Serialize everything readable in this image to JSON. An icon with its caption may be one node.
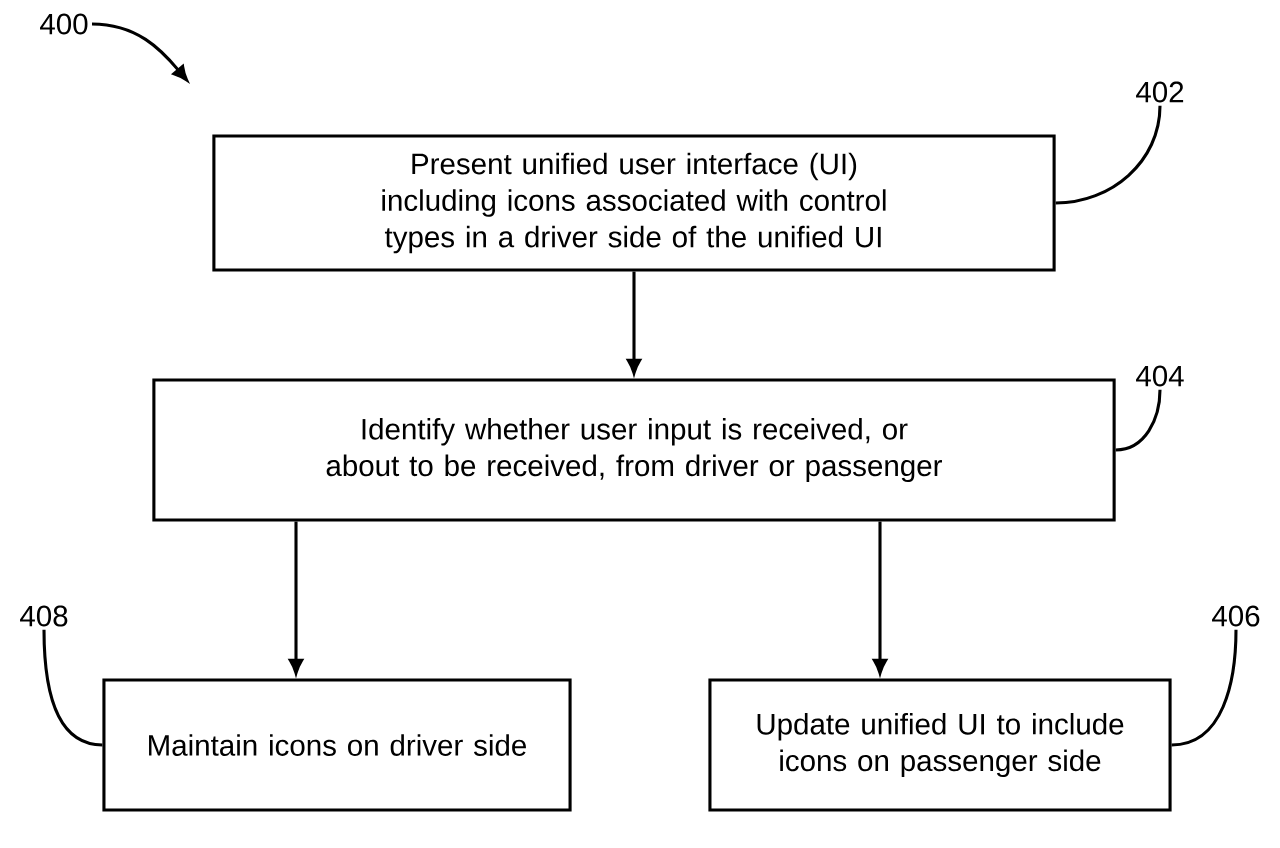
{
  "diagram": {
    "nodes": [
      {
        "text": [
          "Present unified user interface (UI) including icons associated with control types in a driver side of the unified UI"
        ]
      },
      {
        "text": [
          "Identify whether user input is received, or about to be received, from driver or passenger"
        ]
      },
      {
        "text": [
          "Maintain icons on driver side"
        ]
      },
      {
        "text": [
          "Update unified UI to include icons on passenger side"
        ]
      },
      {
        "text": [
          "400"
        ]
      },
      {
        "text": [
          "402"
        ]
      },
      {
        "text": [
          "404"
        ]
      },
      {
        "text": [
          "408"
        ]
      },
      {
        "text": [
          "406"
        ]
      }
    ],
    "edges": [
      {
        "from": 0,
        "to": 1,
        "arrow": "to"
      },
      {
        "from": 1,
        "to": 2,
        "arrow": "to"
      },
      {
        "from": 1,
        "to": 3,
        "arrow": "to"
      },
      {
        "from": 4,
        "to": null,
        "arrow": "to"
      },
      {
        "from": 5,
        "to": 0,
        "arrow": "none"
      },
      {
        "from": 6,
        "to": 1,
        "arrow": "none"
      },
      {
        "from": 7,
        "to": 2,
        "arrow": "none"
      },
      {
        "from": 8,
        "to": 3,
        "arrow": "none"
      }
    ]
  }
}
